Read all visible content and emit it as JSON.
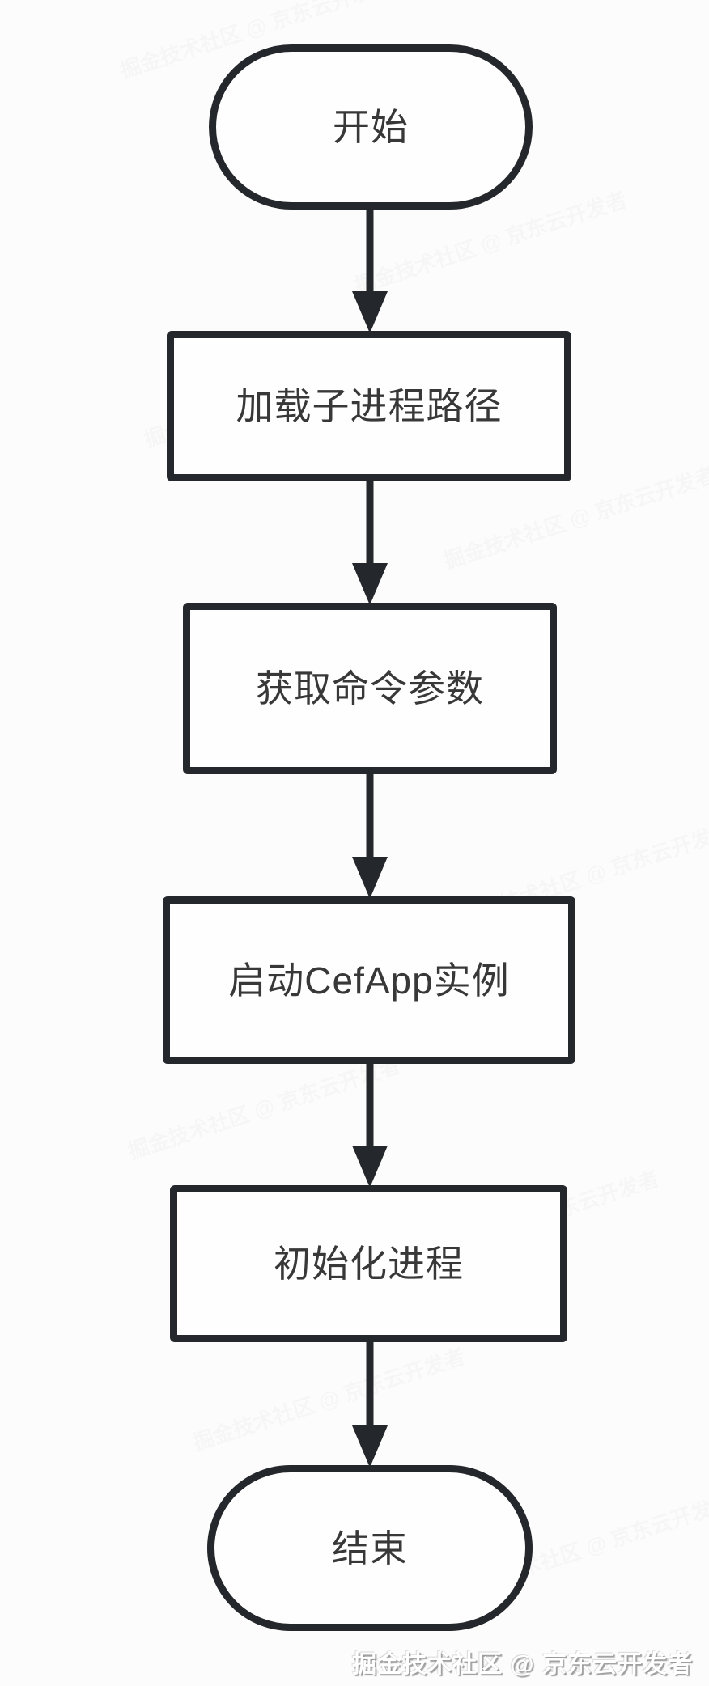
{
  "diagram": {
    "type": "flowchart",
    "direction": "top-down",
    "nodes": [
      {
        "id": "start",
        "shape": "stadium",
        "label": "开始"
      },
      {
        "id": "load-path",
        "shape": "rectangle",
        "label": "加载子进程路径"
      },
      {
        "id": "get-args",
        "shape": "rectangle",
        "label": "获取命令参数"
      },
      {
        "id": "start-cefapp",
        "shape": "rectangle",
        "label": "启动CefApp实例"
      },
      {
        "id": "init-process",
        "shape": "rectangle",
        "label": "初始化进程"
      },
      {
        "id": "end",
        "shape": "stadium",
        "label": "结束"
      }
    ],
    "edges": [
      {
        "from": "start",
        "to": "load-path",
        "style": "filled-triangle-arrow"
      },
      {
        "from": "load-path",
        "to": "get-args",
        "style": "filled-triangle-arrow"
      },
      {
        "from": "get-args",
        "to": "start-cefapp",
        "style": "filled-triangle-arrow"
      },
      {
        "from": "start-cefapp",
        "to": "init-process",
        "style": "filled-triangle-arrow"
      },
      {
        "from": "init-process",
        "to": "end",
        "style": "filled-triangle-arrow"
      }
    ]
  },
  "watermark": {
    "footer_text": "掘金技术社区 @ 京东云开发者"
  },
  "colors": {
    "stroke": "#24272b",
    "text": "#383838",
    "background": "#fcfcfc",
    "footer_white": "#ffffff",
    "watermark_gray": "#8a8a8a"
  }
}
